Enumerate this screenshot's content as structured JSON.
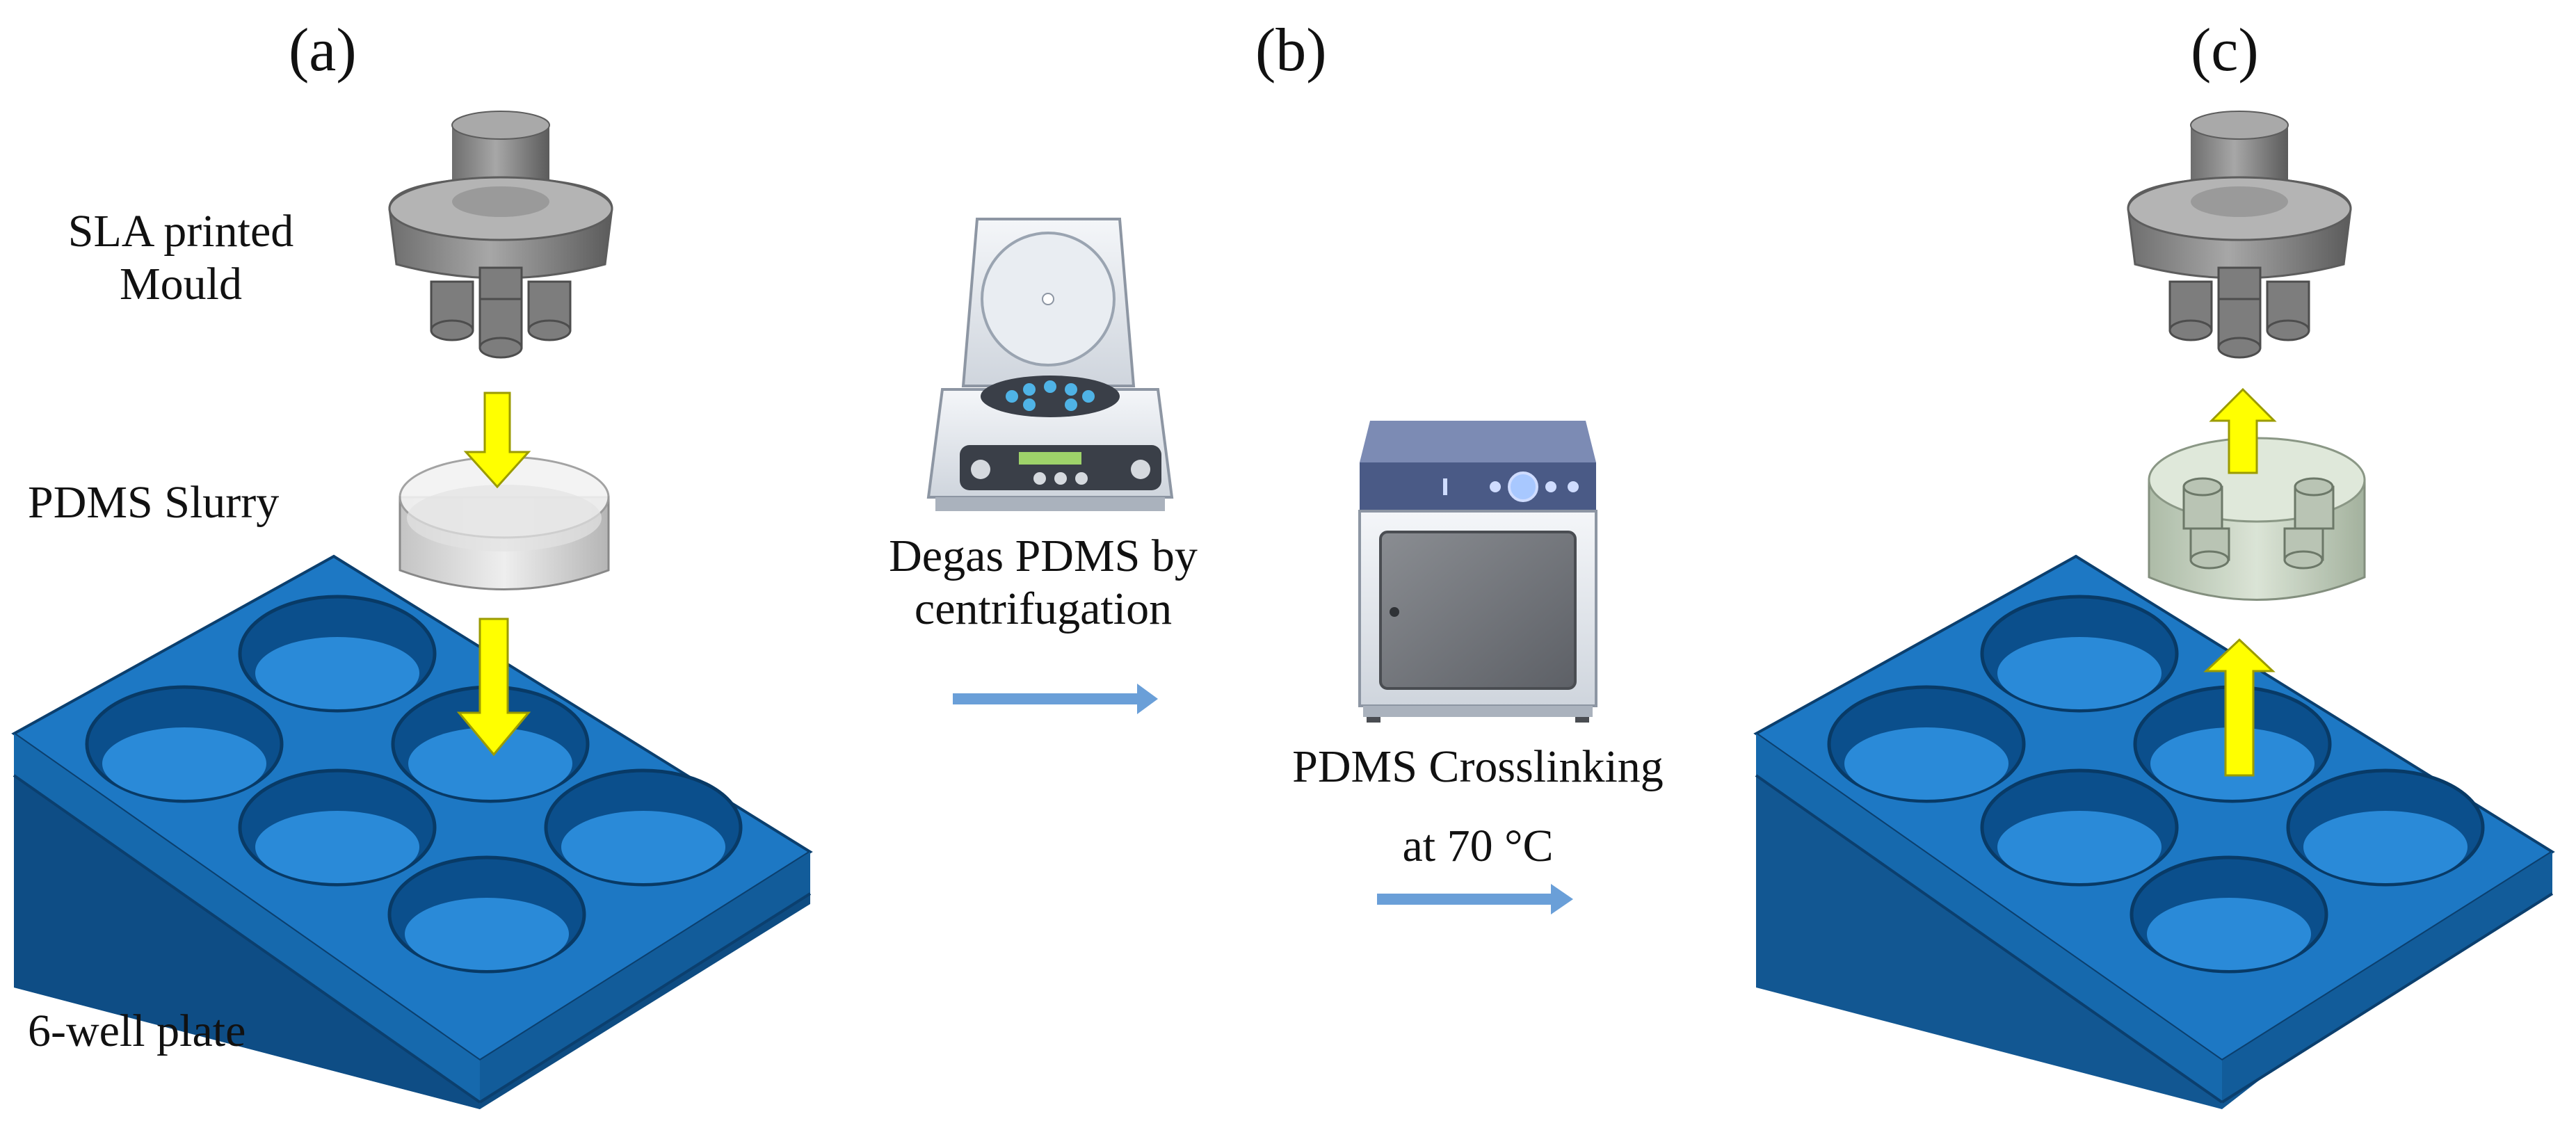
{
  "panels": {
    "a": "(a)",
    "b": "(b)",
    "c": "(c)"
  },
  "labels": {
    "mould_line1": "SLA printed",
    "mould_line2": "Mould",
    "slurry": "PDMS Slurry",
    "plate": "6-well plate",
    "degas_line1": "Degas PDMS by",
    "degas_line2": "centrifugation",
    "crosslink_line1": "PDMS Crosslinking",
    "crosslink_line2": "at 70 °C"
  },
  "colors": {
    "plate_top": "#1d78c4",
    "plate_side": "#125792",
    "plate_dark": "#0b3f6e",
    "well_inner": "#0f5fa3",
    "well_floor": "#2a8ad8",
    "mould": "#8f8f8f",
    "mould_dark": "#5d5d5d",
    "arrow_yellow": "#ffff00",
    "arrow_outline": "#9b9b00",
    "flow_arrow": "#6a9fd8",
    "device_body": "#e6e9ee",
    "oven_top": "#4a5a86"
  },
  "icons": [
    "mould-icon",
    "pdms-dish-icon",
    "well-plate-icon",
    "centrifuge-icon",
    "oven-icon",
    "yellow-down-arrow-icon",
    "yellow-up-arrow-icon",
    "flow-arrow-icon"
  ]
}
